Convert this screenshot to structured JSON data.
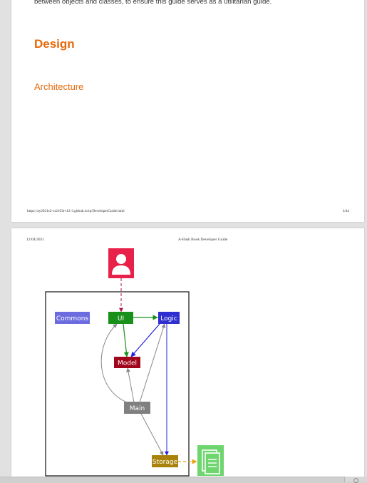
{
  "page1": {
    "intro_text": "between objects and classes, to ensure this guide serves as a utilitarian guide.",
    "heading_design": "Design",
    "heading_architecture": "Architecture",
    "footer_url": "https://ay2021s2-cs2103t-t12-3.github.io/tp/DeveloperGuide.html",
    "footer_page": "3/44"
  },
  "page2": {
    "header_date": "12/04/2021",
    "header_title": "A-Bash Book Developer Guide"
  },
  "diagram": {
    "components": {
      "commons": "Commons",
      "ui": "UI",
      "logic": "Logic",
      "model": "Model",
      "main": "Main",
      "storage": "Storage"
    },
    "icons": [
      "user-icon",
      "file-icon"
    ],
    "colors": {
      "commons": "#6c6ce0",
      "ui": "#199019",
      "logic": "#2f2fcf",
      "model": "#a0061c",
      "main": "#808080",
      "storage": "#a8820a",
      "user": "#e8214a",
      "file": "#6fd66f",
      "heading": "#e66a0d"
    }
  }
}
